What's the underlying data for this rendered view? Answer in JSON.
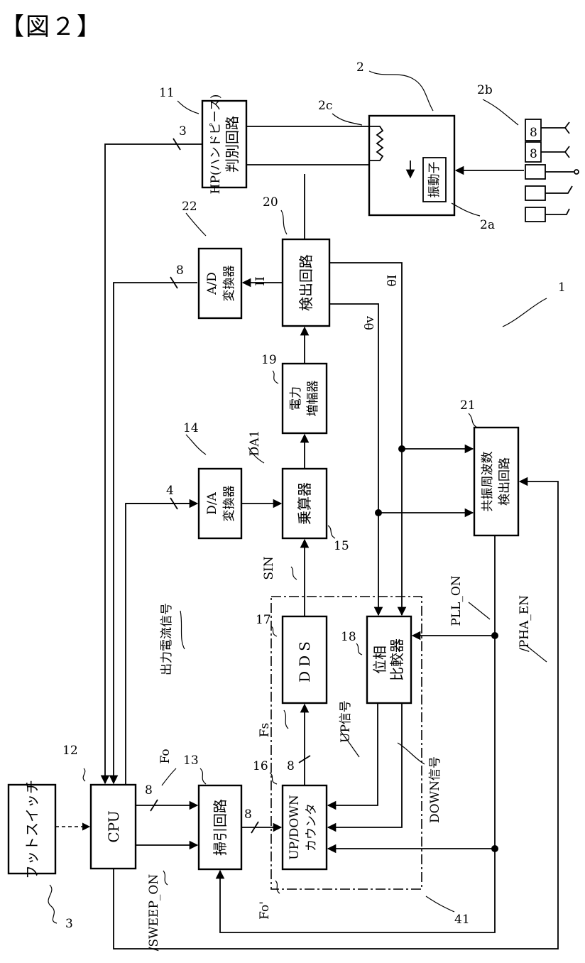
{
  "figure_title": "【図２】",
  "blocks": {
    "foot_switch": "フットスイッチ",
    "cpu": "CPU",
    "sweep_circuit": "掃引回路",
    "updown_counter_1": "UP/DOWN",
    "updown_counter_2": "カウンタ",
    "dds": "DDS",
    "phase_comparator_1": "位相",
    "phase_comparator_2": "比較器",
    "da_converter_1": "D/A",
    "da_converter_2": "変換器",
    "multiplier": "乗算器",
    "power_amplifier_1": "電力",
    "power_amplifier_2": "増幅器",
    "resonance_detector_1": "共振周波数",
    "resonance_detector_2": "検出回路",
    "ad_converter_1": "A/D",
    "ad_converter_2": "変換器",
    "detector": "検出回路",
    "hp_discriminator_1": "HP(ハンドピース)",
    "hp_discriminator_2": "判別回路",
    "vibrator": "振動子"
  },
  "signals": {
    "output_current_signal": "出力電流信号",
    "sweep_on": "/SWEEP_ON",
    "fo": "Fo",
    "fo_prime": "Fo'",
    "fs": "Fs",
    "up_signal": "UP信号",
    "down_signal": "DOWN信号",
    "sin": "SIN",
    "da1": "DA1",
    "pll_on": "PLL_ON",
    "pha_en": "/PHA_EN",
    "theta_v": "θv",
    "theta_i": "θI",
    "current_i": "II"
  },
  "bus_widths": {
    "cpu_sweep": "8",
    "sweep_counter": "8",
    "counter_dds": "8",
    "ad_cpu": "8",
    "da_cpu": "4",
    "hp_cpu": "3"
  },
  "reference_numerals": {
    "foot_switch": "3",
    "cpu": "12",
    "sweep": "13",
    "counter": "16",
    "dds": "17",
    "phase_comparator": "18",
    "da": "14",
    "multiplier": "15",
    "power_amplifier": "19",
    "resonance_detector": "21",
    "ad": "22",
    "detector": "20",
    "hp_discriminator": "11",
    "handpiece": "2",
    "vibrator": "2a",
    "handpiece_types": "2b",
    "resistor": "2c",
    "system": "1",
    "pll_unit": "41"
  }
}
